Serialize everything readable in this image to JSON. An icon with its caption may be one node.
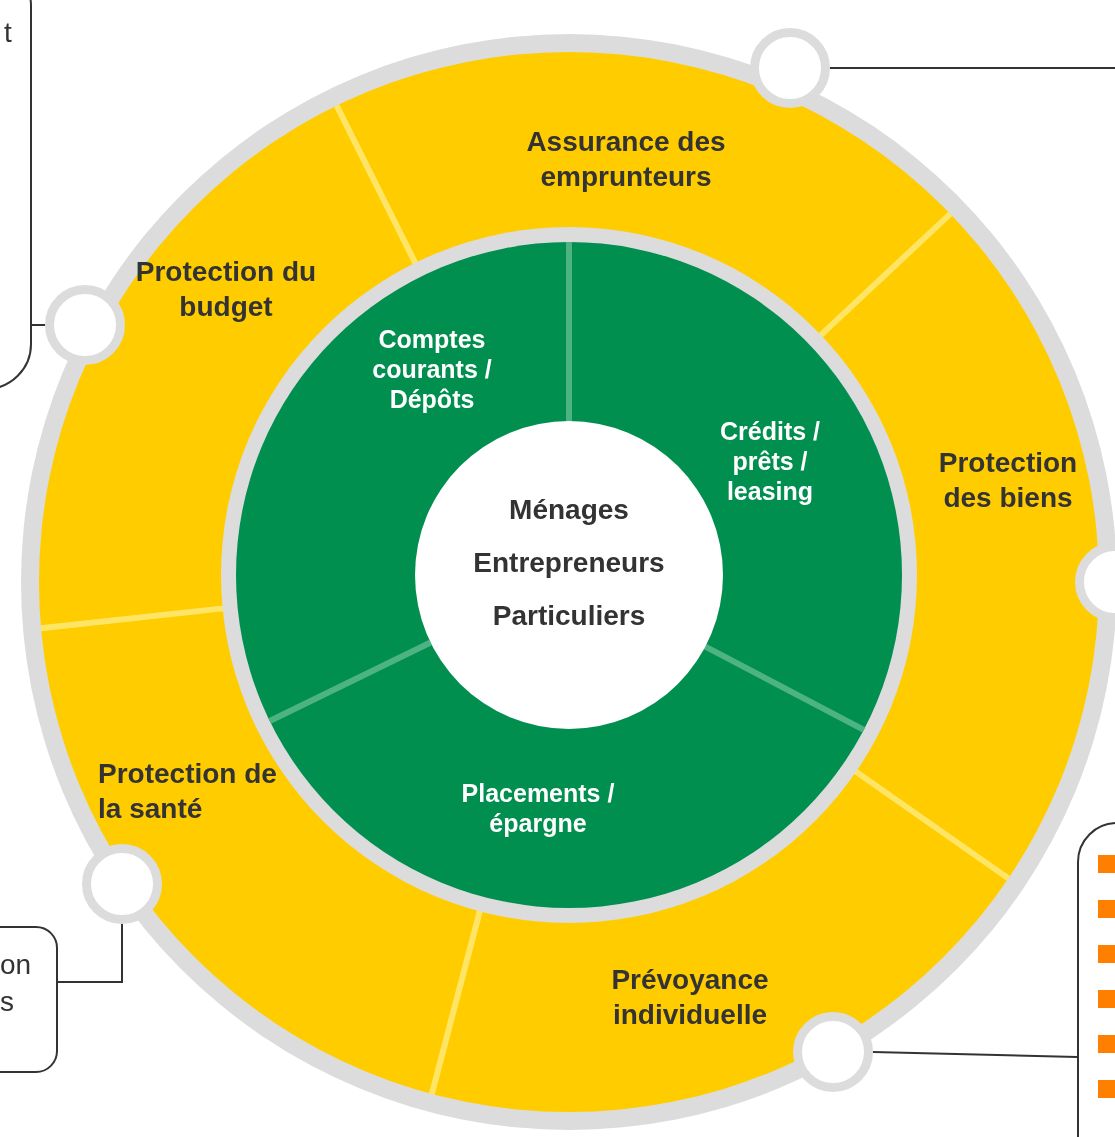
{
  "diagram": {
    "nodes": [
      {
        "text": [
          "t"
        ]
      },
      {
        "text": [],
        "shape": "circle"
      },
      {
        "text": [
          "Assurance des emprunteurs"
        ]
      },
      {
        "text": [
          "Protection du budget"
        ]
      },
      {
        "text": [],
        "shape": "circle"
      },
      {
        "text": [
          "Comptes courants / Dépôts"
        ]
      },
      {
        "text": [
          "Crédits / prêts / leasing"
        ]
      },
      {
        "text": [
          "Ménages",
          "Entrepreneurs",
          "Particuliers"
        ]
      },
      {
        "text": [
          "Protection des biens"
        ]
      },
      {
        "text": [],
        "shape": "circle"
      },
      {
        "text": [
          "Placements / épargne"
        ]
      },
      {
        "text": [
          "Protection de la santé"
        ]
      },
      {
        "text": [],
        "shape": "circle"
      },
      {
        "text": [],
        "shape": "box"
      },
      {
        "text": [
          "on s"
        ]
      },
      {
        "text": [
          "Prévoyance individuelle"
        ]
      },
      {
        "text": [],
        "shape": "circle"
      }
    ],
    "edges": [
      {
        "from": 4,
        "to": 0,
        "arrow": "none"
      },
      {
        "from": 1,
        "to": null,
        "arrow": "none"
      },
      {
        "from": 12,
        "to": 14,
        "arrow": "none"
      },
      {
        "from": 16,
        "to": 13,
        "arrow": "none"
      }
    ]
  }
}
